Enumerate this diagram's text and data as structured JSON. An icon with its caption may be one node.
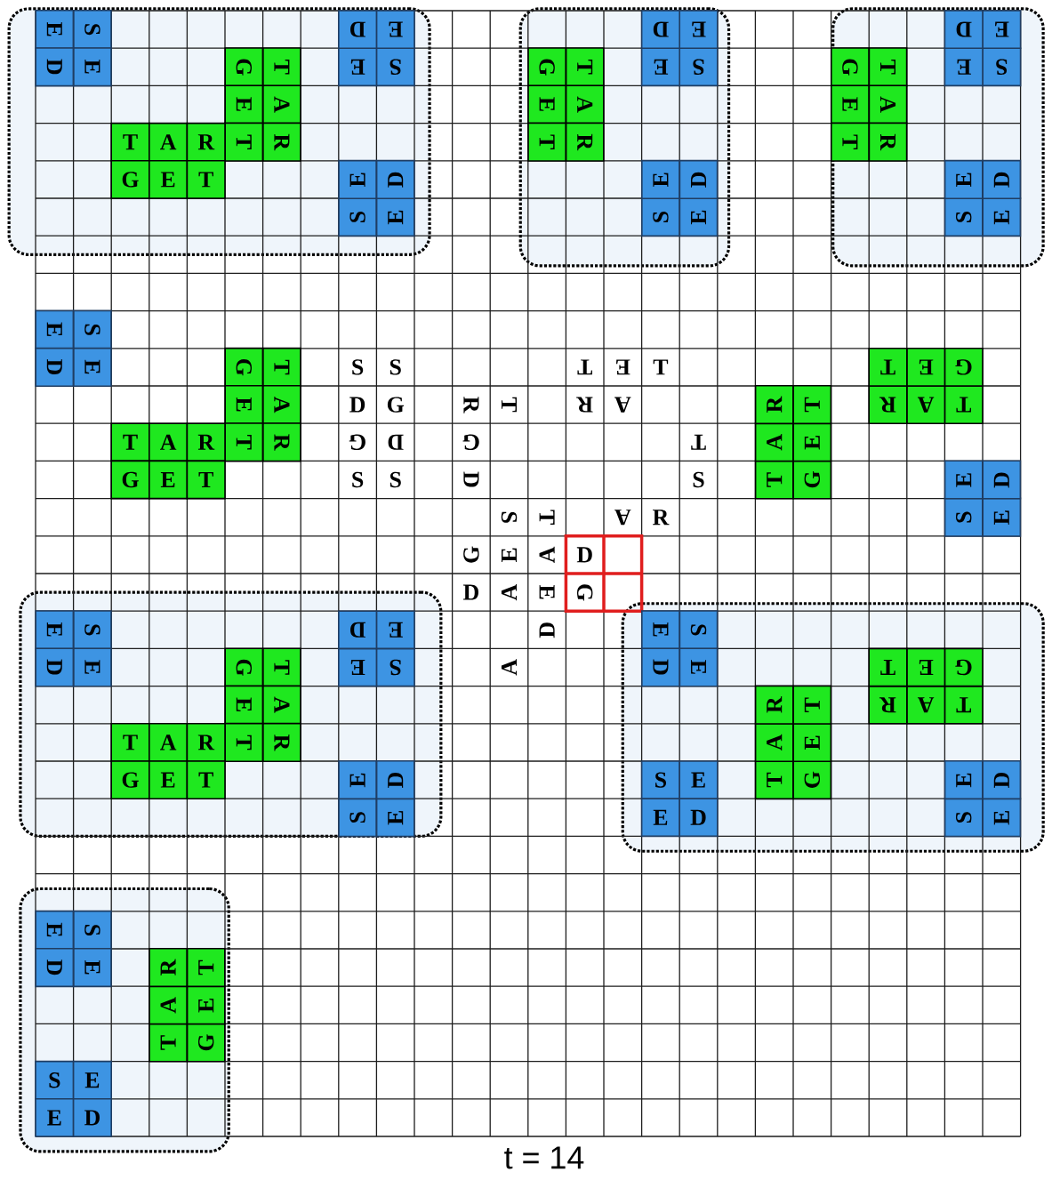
{
  "diagram": {
    "caption": "t = 14",
    "nodes": [
      {
        "text": [],
        "shape": "box"
      },
      {
        "text": [
          "S",
          "E",
          "E",
          "D"
        ],
        "in": 0
      },
      {
        "text": [
          "S",
          "E",
          "E",
          "D"
        ],
        "in": 0
      },
      {
        "text": [
          "T",
          "A",
          "R",
          "G",
          "E",
          "T"
        ],
        "in": 0
      },
      {
        "text": [
          "T",
          "A",
          "R",
          "G",
          "E",
          "T"
        ],
        "in": 0
      },
      {
        "text": [
          "S",
          "E",
          "E",
          "D"
        ],
        "in": 0
      },
      {
        "text": [],
        "shape": "box"
      },
      {
        "text": [
          "S",
          "E",
          "E",
          "D"
        ],
        "in": 6
      },
      {
        "text": [
          "T",
          "A",
          "R",
          "G",
          "E",
          "T"
        ],
        "in": 6
      },
      {
        "text": [
          "S",
          "E",
          "E",
          "D"
        ],
        "in": 6
      },
      {
        "text": [],
        "shape": "box"
      },
      {
        "text": [
          "S",
          "E",
          "E",
          "D"
        ],
        "in": 10
      },
      {
        "text": [
          "T",
          "A",
          "R",
          "G",
          "E",
          "T"
        ],
        "in": 10
      },
      {
        "text": [
          "S",
          "E",
          "E",
          "D"
        ],
        "in": 10
      },
      {
        "text": [
          "S",
          "E",
          "E",
          "D"
        ]
      },
      {
        "text": [
          "T",
          "A",
          "R",
          "G",
          "E",
          "T"
        ]
      },
      {
        "text": [
          "T",
          "A",
          "R",
          "G",
          "E",
          "T"
        ]
      },
      {
        "text": [
          "T",
          "A",
          "R",
          "G",
          "E",
          "T"
        ]
      },
      {
        "text": [
          "T",
          "A",
          "R",
          "G",
          "E",
          "T"
        ]
      },
      {
        "text": [
          "S",
          "E",
          "E",
          "D"
        ]
      },
      {
        "text": [
          "D",
          "G"
        ]
      },
      {
        "text": [],
        "shape": "box"
      },
      {
        "text": [
          "S",
          "E",
          "E",
          "D"
        ],
        "in": 21
      },
      {
        "text": [
          "S",
          "E",
          "E",
          "D"
        ],
        "in": 21
      },
      {
        "text": [
          "T",
          "A",
          "R",
          "G",
          "E",
          "T"
        ],
        "in": 21
      },
      {
        "text": [
          "T",
          "A",
          "R",
          "G",
          "E",
          "T"
        ],
        "in": 21
      },
      {
        "text": [
          "S",
          "E",
          "E",
          "D"
        ],
        "in": 21
      },
      {
        "text": [],
        "shape": "box"
      },
      {
        "text": [
          "S",
          "E",
          "E",
          "D"
        ],
        "in": 27
      },
      {
        "text": [
          "T",
          "A",
          "R",
          "G",
          "E",
          "T"
        ],
        "in": 27
      },
      {
        "text": [
          "T",
          "A",
          "R",
          "G",
          "E",
          "T"
        ],
        "in": 27
      },
      {
        "text": [
          "S",
          "E",
          "E",
          "D"
        ],
        "in": 27
      },
      {
        "text": [
          "S",
          "E",
          "E",
          "D"
        ],
        "in": 27
      },
      {
        "text": [],
        "shape": "box"
      },
      {
        "text": [
          "S",
          "E",
          "E",
          "D"
        ],
        "in": 33
      },
      {
        "text": [
          "T",
          "A",
          "R",
          "G",
          "E",
          "T"
        ],
        "in": 33
      },
      {
        "text": [
          "S",
          "E",
          "E",
          "D"
        ],
        "in": 33
      }
    ],
    "labels": [
      "S",
      "S",
      "T",
      "E",
      "T",
      "D",
      "G",
      "R",
      "T",
      "R",
      "A",
      "G",
      "D",
      "G",
      "T",
      "S",
      "S",
      "D",
      "S",
      "S",
      "T",
      "A",
      "R",
      "G",
      "E",
      "A",
      "D",
      "A",
      "E",
      "D",
      "A"
    ]
  }
}
